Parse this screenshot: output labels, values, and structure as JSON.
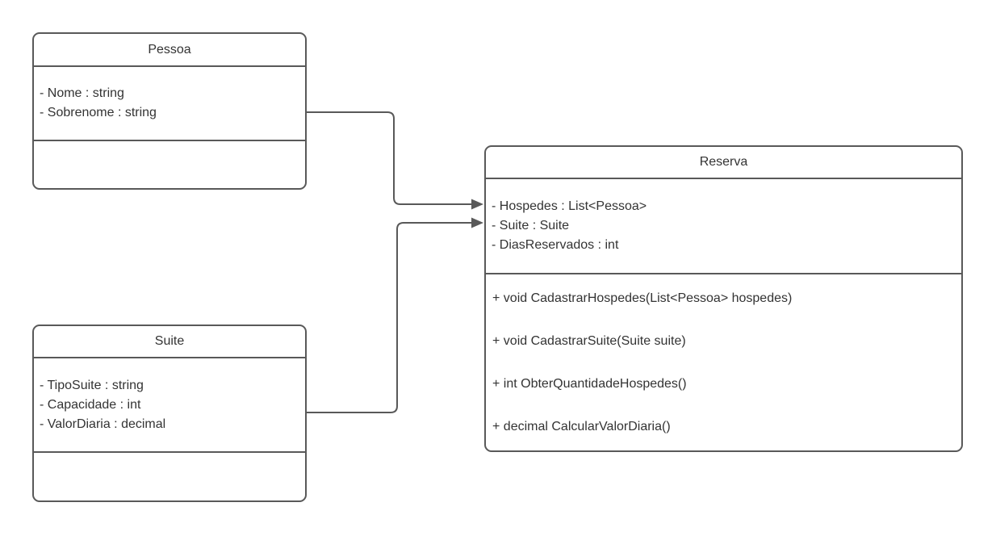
{
  "diagram": {
    "type": "uml-class-diagram",
    "colors": {
      "stroke": "#595959",
      "text": "#333333",
      "background": "#ffffff"
    },
    "classes": [
      {
        "name": "Pessoa",
        "attributes": [
          "- Nome : string",
          "- Sobrenome : string"
        ],
        "methods": []
      },
      {
        "name": "Suite",
        "attributes": [
          "- TipoSuite : string",
          "- Capacidade : int",
          "- ValorDiaria : decimal"
        ],
        "methods": []
      },
      {
        "name": "Reserva",
        "attributes": [
          "- Hospedes : List<Pessoa>",
          "- Suite : Suite",
          "- DiasReservados : int"
        ],
        "methods": [
          "+ void CadastrarHospedes(List<Pessoa> hospedes)",
          "+ void CadastrarSuite(Suite suite)",
          "+ int ObterQuantidadeHospedes()",
          "+ decimal CalcularValorDiaria()"
        ]
      }
    ],
    "connectors": [
      {
        "from": "Pessoa",
        "to": "Reserva",
        "style": "directed-association-arrow"
      },
      {
        "from": "Suite",
        "to": "Reserva",
        "style": "directed-association-arrow"
      }
    ]
  }
}
